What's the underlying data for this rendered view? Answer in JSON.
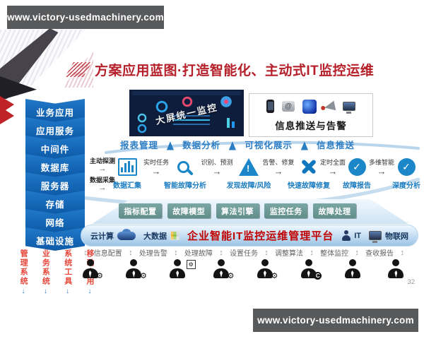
{
  "watermarks": {
    "top": "www.victory-usedmachinery.com",
    "bottom": "www.victory-usedmachinery.com"
  },
  "header": {
    "title": "方案应用蓝图·打造智能化、主动式IT监控运维"
  },
  "page_number": "32",
  "it_stack": {
    "layers": [
      "业务应用",
      "应用服务",
      "中间件",
      "数据库",
      "服务器",
      "存储",
      "网络",
      "基础设施"
    ],
    "user_channels": [
      "管理系统",
      "业务系统",
      "系统工具",
      "移动应用"
    ]
  },
  "dashboard": {
    "watermark": "大屏统一监控"
  },
  "alert_panel": {
    "label": "信息推送与告警",
    "icons": [
      "phone-icon",
      "email-icon",
      "app-icon",
      "alarm-icon",
      "computer-icon"
    ]
  },
  "capabilities": {
    "items": [
      "报表管理",
      "数据分析",
      "可视化展示",
      "信息推送"
    ]
  },
  "flow": {
    "inputs": [
      "主动探测",
      "数据采集"
    ],
    "steps": [
      {
        "icon": "bar-chart-icon",
        "label": "数据汇集"
      },
      {
        "icon": "magnifier-icon",
        "label": "智能故障分析"
      },
      {
        "icon": "warning-icon",
        "label": "发现故障/风险"
      },
      {
        "icon": "tools-icon",
        "label": "快速故障修复"
      },
      {
        "icon": "check-icon",
        "label": "故障报告"
      },
      {
        "icon": "check-icon",
        "label": "深度分析"
      }
    ],
    "transitions": [
      "实时任务",
      "识别、预测",
      "告警、修复",
      "定时全面",
      "多维智能"
    ]
  },
  "modules": [
    "指标配置",
    "故障模型",
    "算法引擎",
    "监控任务",
    "故障处理"
  ],
  "platform": {
    "title": "企业智能IT监控运维管理平台",
    "tags_left": [
      "云计算",
      "大数据"
    ],
    "tags_right": [
      "IT",
      "物联网"
    ]
  },
  "user_actions": [
    "信息配置",
    "处理告警",
    "处理故障",
    "设置任务",
    "调整算法",
    "整体监控",
    "查收报告"
  ],
  "users": [
    "user-gear-icon",
    "user-gear-icon",
    "user-board-icon",
    "user-gear-icon",
    "user-gear-icon",
    "user-badge-icon",
    "user-icon",
    "user-icon"
  ],
  "icons": {
    "arrow_right": "→",
    "arrow_up": "▲",
    "arrow_down": "↓",
    "arrow_updown": "↕",
    "check": "✓",
    "gear": "⚙",
    "exclaim": "!",
    "at": "@",
    "copyright": "C"
  },
  "colors": {
    "banner_gray": "#58595b",
    "title_red": "#b5202a",
    "sidebar_blue": "#1470b8",
    "channel_red": "#e8473a",
    "accent_blue": "#1b7cc0",
    "module_teal": "#6f9e99",
    "platform_title_red": "#c00000",
    "dashboard_navy": "#0e1d3c"
  }
}
